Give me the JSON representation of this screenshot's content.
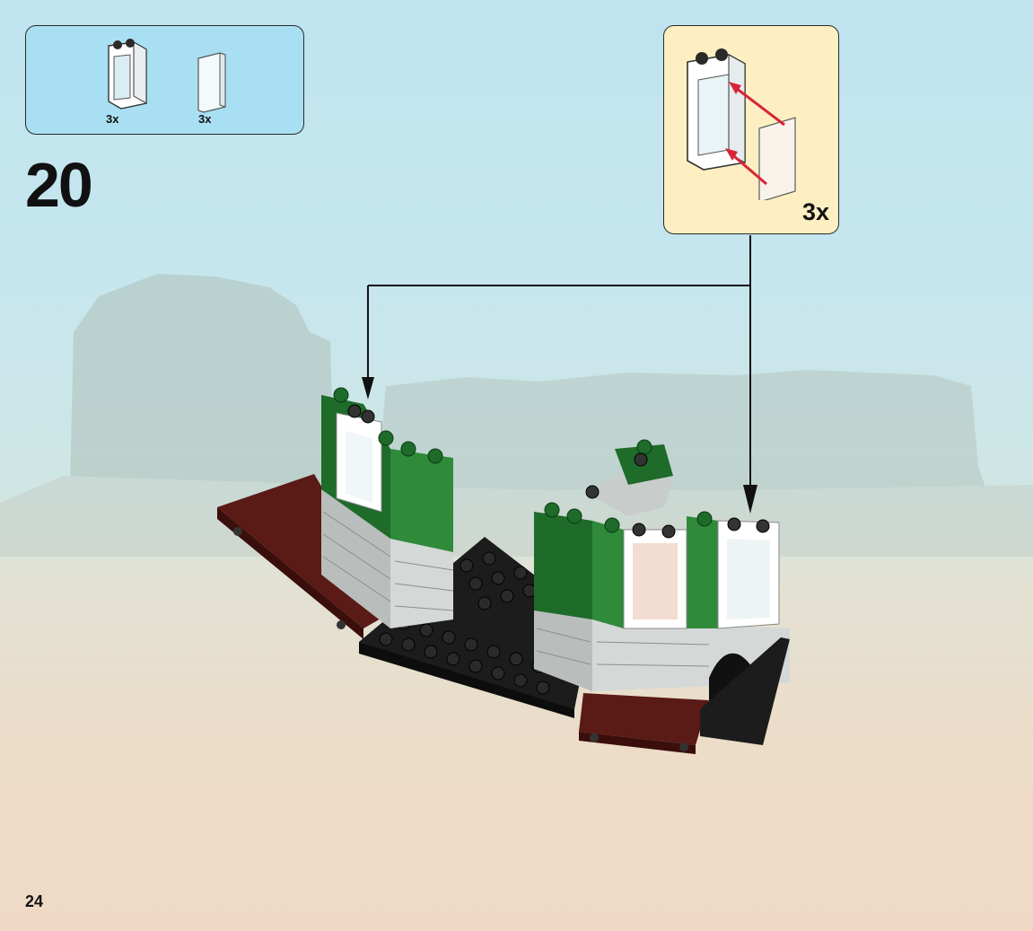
{
  "step": {
    "number": "20"
  },
  "parts_list": {
    "items": [
      {
        "name": "window-frame-1x2x3",
        "quantity": "3x",
        "color": "#ffffff"
      },
      {
        "name": "window-glass-1x2x3",
        "quantity": "3x",
        "color": "#e8f6fb"
      }
    ]
  },
  "callout": {
    "quantity": "3x",
    "background": "#fdefc2"
  },
  "page": {
    "number": "24"
  },
  "colors": {
    "parts_box": "#a9dff3",
    "brick_green": "#1e6b2a",
    "brick_grey": "#b9bdbb",
    "plate_black": "#1c1c1c",
    "plate_darkred": "#5a1a16",
    "arrow_red": "#d8243a"
  }
}
